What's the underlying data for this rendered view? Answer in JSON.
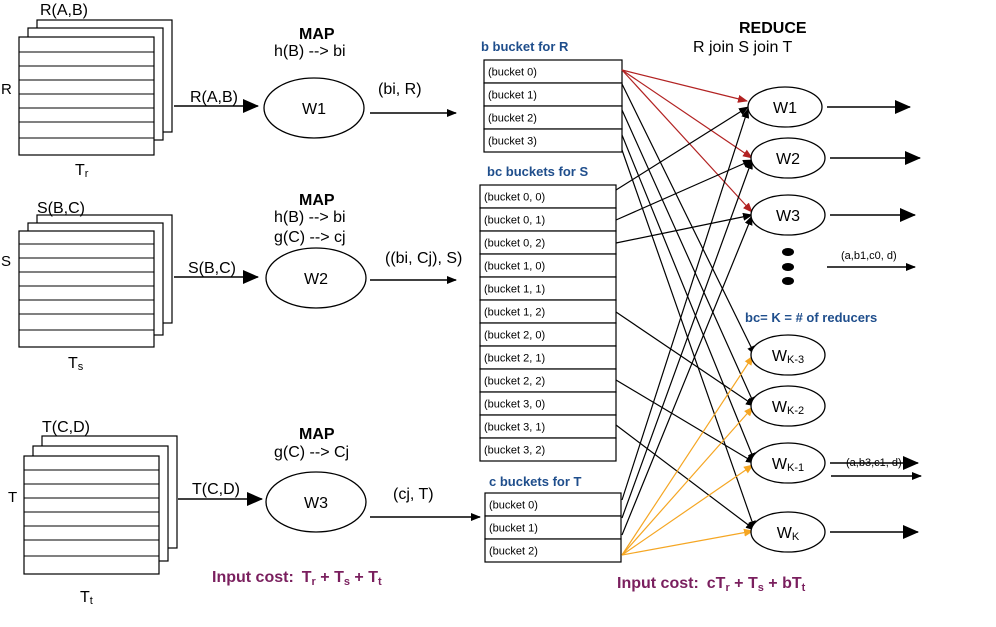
{
  "tables": {
    "r": {
      "schema": "R(A,B)",
      "side": "R",
      "size": "T",
      "size_sub": "r",
      "edge": "R(A,B)"
    },
    "s": {
      "schema": "S(B,C)",
      "side": "S",
      "size": "T",
      "size_sub": "s",
      "edge": "S(B,C)"
    },
    "t": {
      "schema": "T(C,D)",
      "side": "T",
      "size": "T",
      "size_sub": "t",
      "edge": "T(C,D)"
    }
  },
  "map1": {
    "title": "MAP",
    "fn": "h(B) -->  bi",
    "worker": "W1",
    "out": "(bi, R)"
  },
  "map2": {
    "title": "MAP",
    "fn1": "h(B) -->  bi",
    "fn2": "g(C) -->  cj",
    "worker": "W2",
    "out": "((bi, Cj), S)"
  },
  "map3": {
    "title": "MAP",
    "fn": "g(C) -->  Cj",
    "worker": "W3",
    "out": "(cj, T)"
  },
  "buckets_r": {
    "header": "b  bucket for R",
    "items": [
      "(bucket 0)",
      "(bucket 1)",
      "(bucket 2)",
      "(bucket 3)"
    ]
  },
  "buckets_s": {
    "header": "bc buckets  for S",
    "items": [
      "(bucket 0, 0)",
      "(bucket 0, 1)",
      "(bucket 0, 2)",
      "(bucket 1, 0)",
      "(bucket 1, 1)",
      "(bucket 1, 2)",
      "(bucket 2, 0)",
      "(bucket 2, 1)",
      "(bucket 2, 2)",
      "(bucket 3, 0)",
      "(bucket 3, 1)",
      "(bucket 3, 2)"
    ]
  },
  "buckets_t": {
    "header": "c buckets  for T",
    "items": [
      "(bucket 0)",
      "(bucket 1)",
      "(bucket 2)"
    ]
  },
  "reduce": {
    "title": "REDUCE",
    "subtitle": "R   join    S   join    T",
    "note": "bc= K = # of reducers",
    "out1": "(a,b1,c0, d)",
    "out2": "(a,b3,c1, d)",
    "workers": [
      {
        "main": "W1",
        "sub": ""
      },
      {
        "main": "W2",
        "sub": ""
      },
      {
        "main": "W3",
        "sub": ""
      },
      {
        "main": "W",
        "sub": "K-3"
      },
      {
        "main": "W",
        "sub": "K-2"
      },
      {
        "main": "W",
        "sub": "K-1"
      },
      {
        "main": "W",
        "sub": "K"
      }
    ]
  },
  "cost": {
    "left_label": "Input cost:",
    "left_formula": "T",
    "left_parts": [
      "r",
      " + T",
      "s",
      " + T",
      "t"
    ],
    "right_label": "Input cost:",
    "right_parts": [
      "cT",
      "r",
      " + T",
      "s",
      " + bT",
      "t"
    ]
  },
  "colors": {
    "red": "#b22222",
    "orange": "#f5a623",
    "blue": "#1f4e8c",
    "purple": "#7a1f5e"
  }
}
